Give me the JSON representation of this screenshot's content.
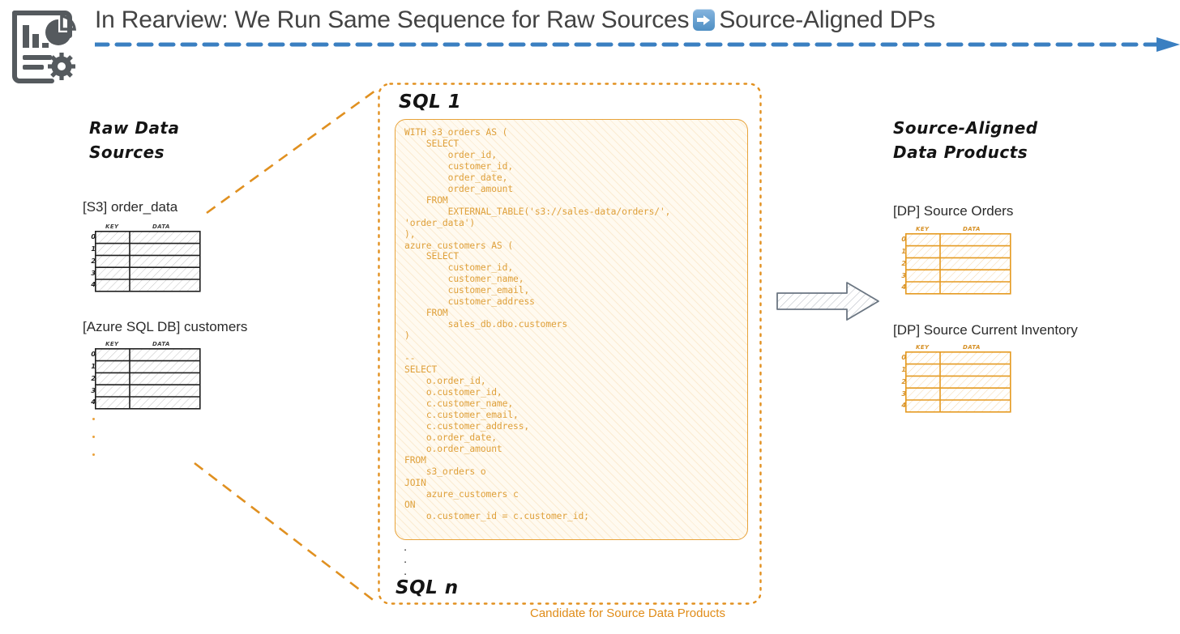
{
  "header": {
    "title_before": "In Rearview: We Run Same Sequence for Raw Sources",
    "title_after": "Source-Aligned DPs",
    "arrow_emoji_name": "right-arrow-emoji",
    "logo_name": "report-analytics-gear-icon",
    "timeline_arrow_color": "#3a7fc1"
  },
  "left": {
    "heading_line1": "Raw Data",
    "heading_line2": "Sources",
    "tables": [
      {
        "title": "[S3] order_data",
        "columns": [
          "KEY",
          "DATA"
        ],
        "rows": [
          "0",
          "1",
          "2",
          "3",
          "4"
        ]
      },
      {
        "title": "[Azure SQL DB] customers",
        "columns": [
          "KEY",
          "DATA"
        ],
        "rows": [
          "0",
          "1",
          "2",
          "3",
          "4"
        ]
      }
    ],
    "ellipsis_dots": 3
  },
  "center": {
    "sql_first_label": "SQL 1",
    "sql_last_label": "SQL n",
    "vertical_ellipsis": ".",
    "caption": "Candidate for Source Data Products",
    "caption_color": "#e08c18",
    "border_color": "#e8a33a",
    "code": "WITH s3_orders AS (\n    SELECT\n        order_id,\n        customer_id,\n        order_date,\n        order_amount\n    FROM\n        EXTERNAL_TABLE('s3://sales-data/orders/', 'order_data')\n),\nazure_customers AS (\n    SELECT\n        customer_id,\n        customer_name,\n        customer_email,\n        customer_address\n    FROM\n        sales_db.dbo.customers\n)\n\n--\nSELECT\n    o.order_id,\n    o.customer_id,\n    c.customer_name,\n    c.customer_email,\n    c.customer_address,\n    o.order_date,\n    o.order_amount\nFROM\n    s3_orders o\nJOIN\n    azure_customers c\nON\n    o.customer_id = c.customer_id;"
  },
  "transform": {
    "arrow_name": "hatched-right-arrow"
  },
  "right": {
    "heading_line1": "Source-Aligned",
    "heading_line2": "Data Products",
    "tables": [
      {
        "title": "[DP] Source Orders",
        "columns": [
          "KEY",
          "DATA"
        ],
        "rows": [
          "0",
          "1",
          "2",
          "3",
          "4"
        ]
      },
      {
        "title": "[DP] Source Current Inventory",
        "columns": [
          "KEY",
          "DATA"
        ],
        "rows": [
          "0",
          "1",
          "2",
          "3",
          "4"
        ]
      }
    ]
  }
}
